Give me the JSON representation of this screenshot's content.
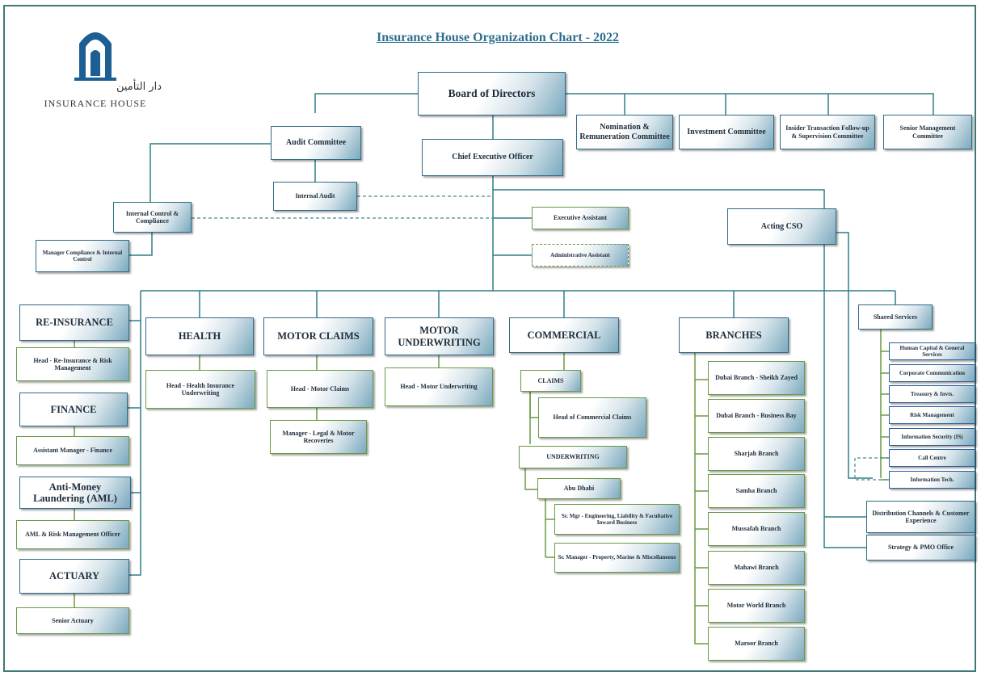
{
  "title": "Insurance House Organization Chart - 2022",
  "logo": {
    "arabic": "دار التأمين",
    "english": "INSURANCE HOUSE",
    "icon": "arch-logo-icon"
  },
  "colors": {
    "border": "#2f6b88",
    "line_teal": "#2f7e86",
    "line_green": "#6a9a45",
    "title": "#2e6f8e",
    "gradient_end": "#7aa9be"
  },
  "governance": {
    "board": "Board of Directors",
    "audit_committee": "Audit Committee",
    "internal_audit": "Internal Audit",
    "ceo": "Chief Executive Officer",
    "nomination": "Nomination & Remuneration Committee",
    "investment": "Investment Committee",
    "insider": "Insider Transaction Follow-up & Supervision Committee",
    "senior_mgmt": "Senior Management Committee",
    "internal_control": "Internal Control & Compliance",
    "mgr_compliance": "Manager Compliance & Internal Control",
    "exec_assistant": "Executive Assistant",
    "admin_assistant": "Administrative Assistant",
    "acting_cso": "Acting CSO"
  },
  "left_column": {
    "reinsurance": "RE-INSURANCE",
    "reinsurance_head": "Head - Re-Insurance & Risk Management",
    "finance": "FINANCE",
    "finance_asst": "Assistant Manager - Finance",
    "aml": "Anti-Money Laundering (AML)",
    "aml_officer": "AML & Risk Management Officer",
    "actuary": "ACTUARY",
    "senior_actuary": "Senior Actuary"
  },
  "health": {
    "label": "HEALTH",
    "head": "Head - Health Insurance Underwriting"
  },
  "motor_claims": {
    "label": "MOTOR CLAIMS",
    "head": "Head - Motor Claims",
    "manager": "Manager - Legal & Motor Recoveries"
  },
  "motor_uw": {
    "label": "MOTOR UNDERWRITING",
    "head": "Head - Motor Underwriting"
  },
  "commercial": {
    "label": "COMMERCIAL",
    "claims": "CLAIMS",
    "head_claims": "Head of Commercial Claims",
    "underwriting": "UNDERWRITING",
    "abu_dhabi": "Abu Dhabi",
    "sr_mgr_eng": "Sr. Mgr - Engineering, Liability & Facultative Inward Business",
    "sr_mgr_prop": "Sr. Manager - Property, Marine & Miscellaneous"
  },
  "branches": {
    "label": "BRANCHES",
    "items": [
      "Dubai Branch - Sheikh Zayed",
      "Dubai Branch - Business Bay",
      "Sharjah Branch",
      "Samha Branch",
      "Mussafah Branch",
      "Mahawi Branch",
      "Motor World Branch",
      "Maroor Branch"
    ]
  },
  "shared": {
    "label": "Shared Services",
    "items": [
      "Human Capital & General Services",
      "Corporate Communication",
      "Treasury & Invts.",
      "Risk Management",
      "Information Security (IS)",
      "Call Centre",
      "Information Tech."
    ],
    "distribution": "Distribution Channels & Customer Experience",
    "strategy": "Strategy & PMO Office"
  }
}
